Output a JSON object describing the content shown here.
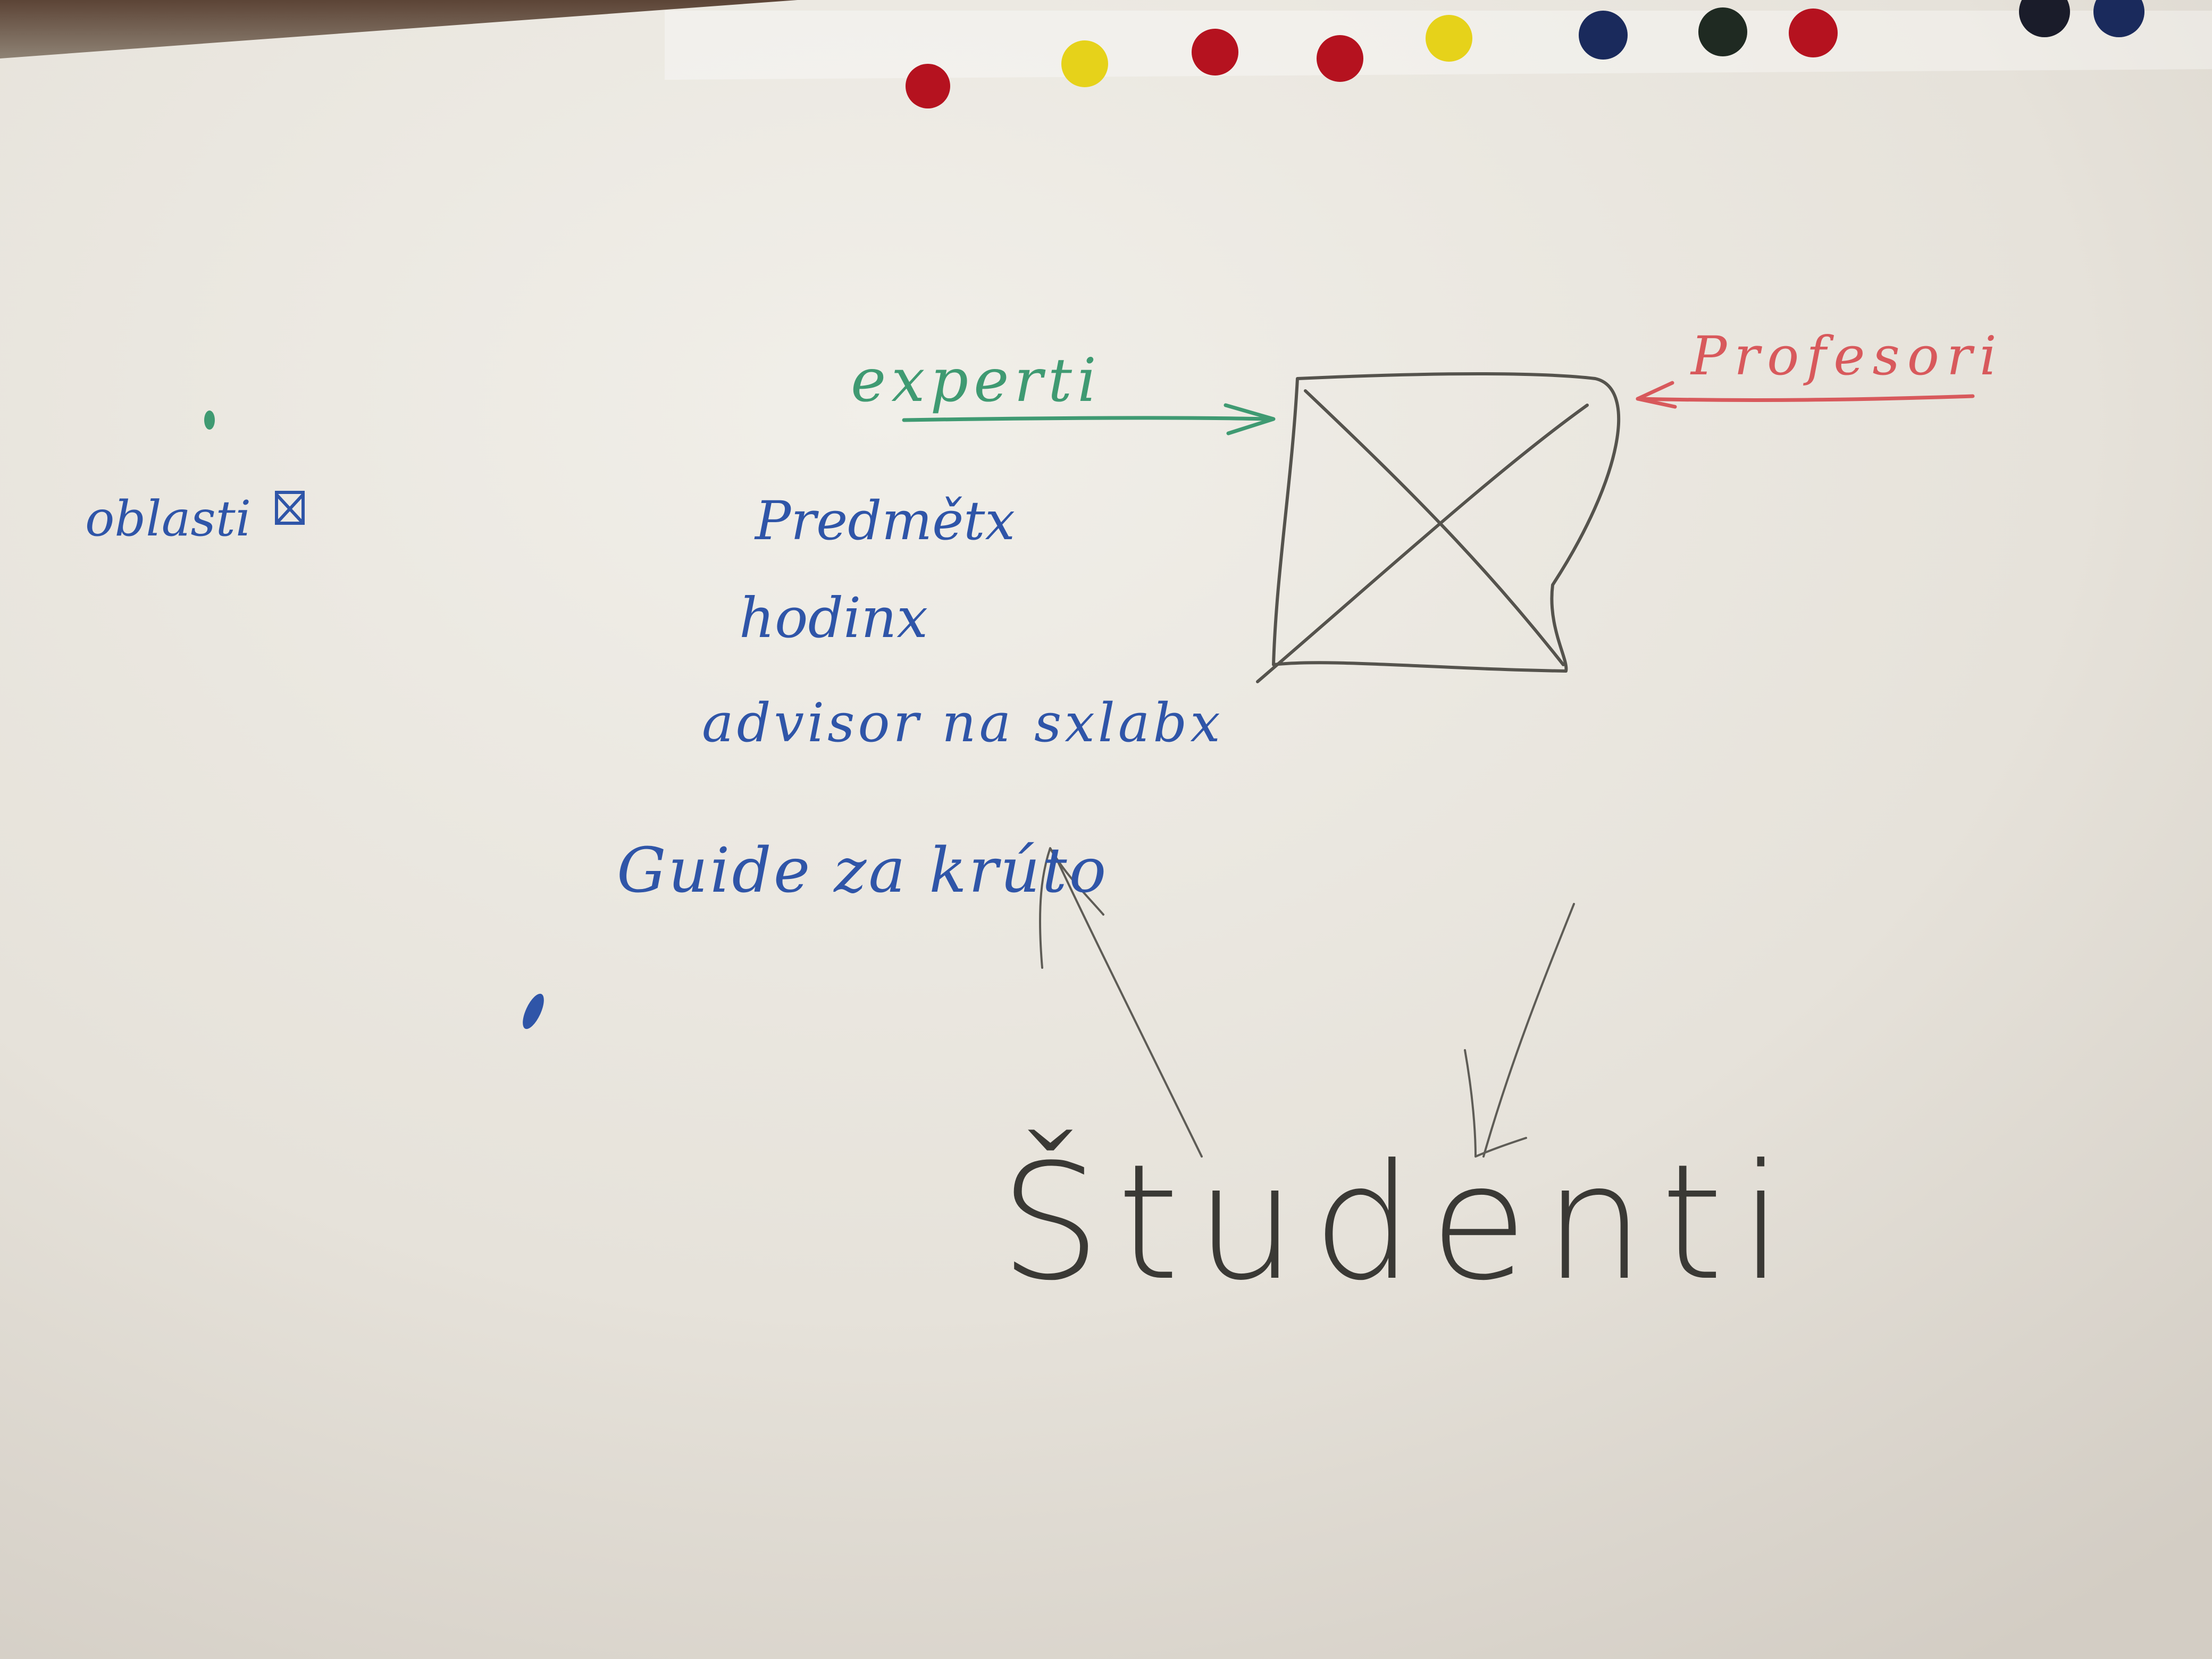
{
  "scene": {
    "type": "photo",
    "subject": "whiteboard",
    "board_color": "#e9e6df",
    "marker_colors": {
      "blue": "#2f55a8",
      "green": "#3f9a72",
      "red": "#d8595c",
      "black": "#3a3935"
    },
    "magnet_colors": [
      "#b5121f",
      "#e6d21a",
      "#b5121f",
      "#b5121f",
      "#e6d21a",
      "#1a2a5c",
      "#1f2a22",
      "#b5121f",
      "#1a1c2a",
      "#1a2a5c"
    ]
  },
  "texts": {
    "oblasti": "oblasti",
    "predmet": "Predmětx",
    "hodiny": "hodinx",
    "advisor": "advisor na sxlabx",
    "guide": "Guide za krúto",
    "experti": "experti",
    "profesori": "Profesori",
    "studenti": "Študenti"
  }
}
